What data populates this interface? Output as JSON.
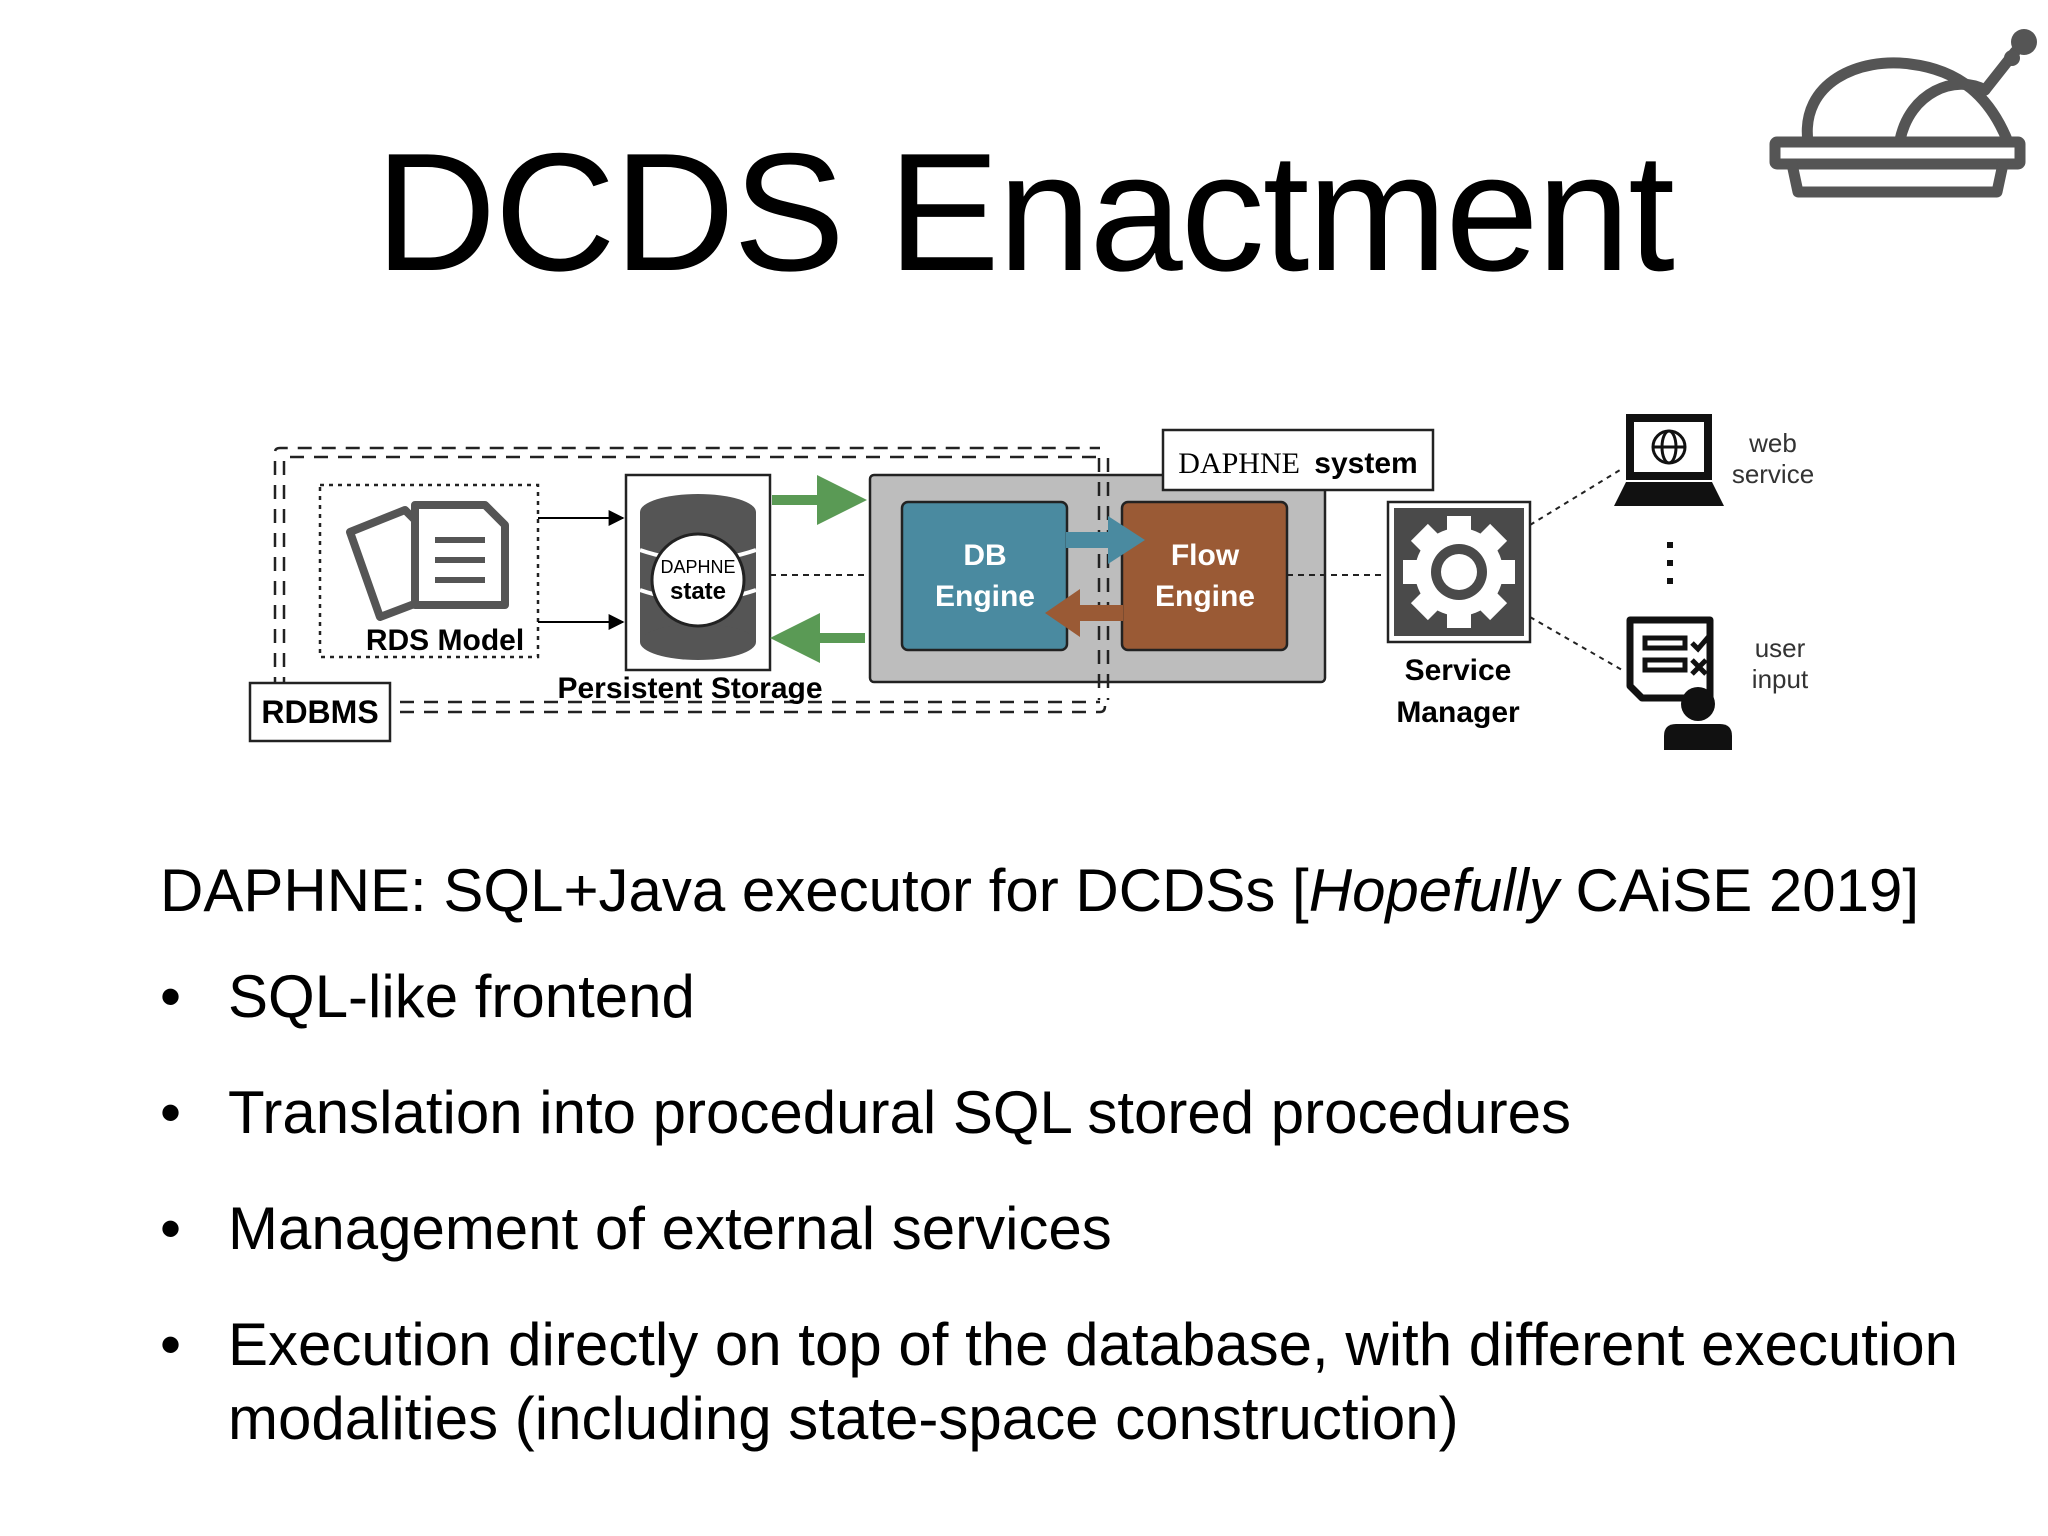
{
  "slide": {
    "title": "DCDS Enactment"
  },
  "diagram": {
    "rdbms_label": "RDBMS",
    "rds_model_label": "RDS Model",
    "db_brand": "DAPHNE",
    "db_state": "state",
    "persistent_storage_label": "Persistent Storage",
    "system_label_brand": "DAPHNE",
    "system_label_word": "system",
    "db_engine_line1": "DB",
    "db_engine_line2": "Engine",
    "flow_engine_line1": "Flow",
    "flow_engine_line2": "Engine",
    "service_manager_line1": "Service",
    "service_manager_line2": "Manager",
    "web_service_line1": "web",
    "web_service_line2": "service",
    "user_input_line1": "user",
    "user_input_line2": "input",
    "colors": {
      "db_engine": "#4a8aa0",
      "flow_engine": "#9a5a35",
      "system_box": "#bdbdbd",
      "green_arrow": "#5a9a55",
      "service_manager": "#4a4a4a"
    }
  },
  "content": {
    "intro_prefix": "DAPHNE: SQL+Java executor for DCDSs [",
    "intro_italic": "Hopefully",
    "intro_suffix": " CAiSE 2019]",
    "bullets": [
      "SQL-like frontend",
      "Translation into procedural SQL stored procedures",
      "Management of external services",
      "Execution directly on top of the database, with different execution modalities (including state-space construction)"
    ]
  }
}
